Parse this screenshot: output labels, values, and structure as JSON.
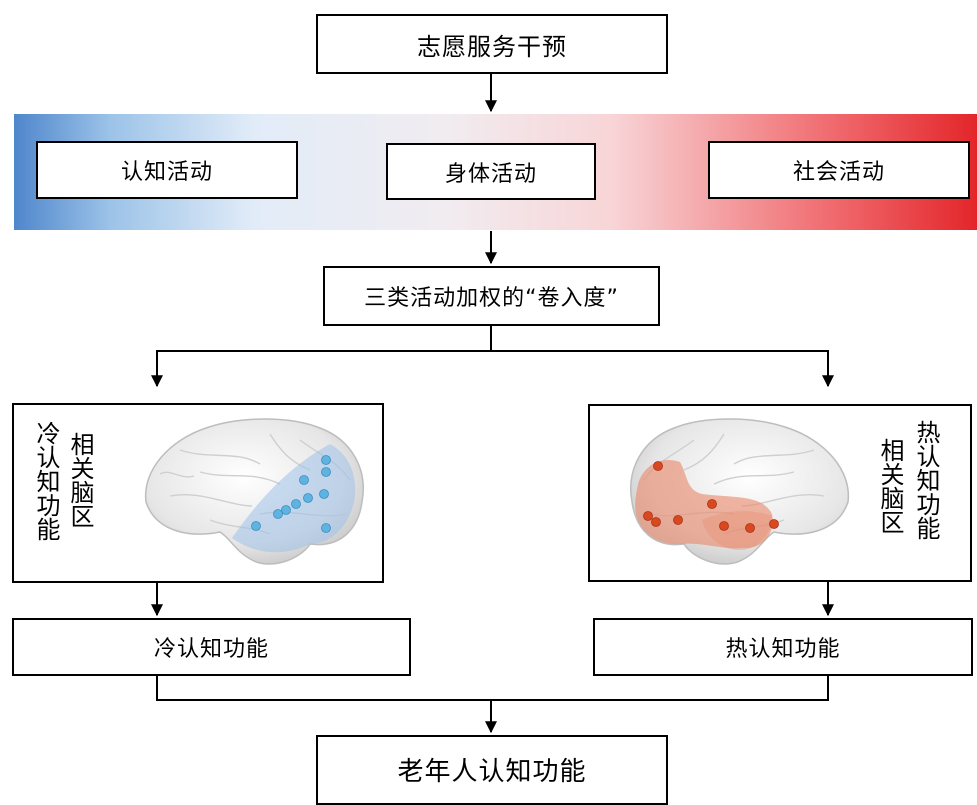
{
  "nodes": {
    "intervention": "志愿服务干预",
    "cognitive_activity": "认知活动",
    "physical_activity": "身体活动",
    "social_activity": "社会活动",
    "weighted_engagement": "三类活动加权的“卷入度”",
    "cold_region_label_a": "冷认知功能",
    "cold_region_label_b": "相关脑区",
    "hot_region_label_a": "热认知功能",
    "hot_region_label_b": "相关脑区",
    "cold_cognition": "冷认知功能",
    "hot_cognition": "热认知功能",
    "elderly_cognition": "老年人认知功能"
  },
  "colors": {
    "gradient_left": "#4f86cc",
    "gradient_right": "#e3262a",
    "cold_region": "#9ec1ea",
    "cold_points": "#5fb3e0",
    "hot_region": "#e88a6c",
    "hot_points": "#d9481f"
  }
}
